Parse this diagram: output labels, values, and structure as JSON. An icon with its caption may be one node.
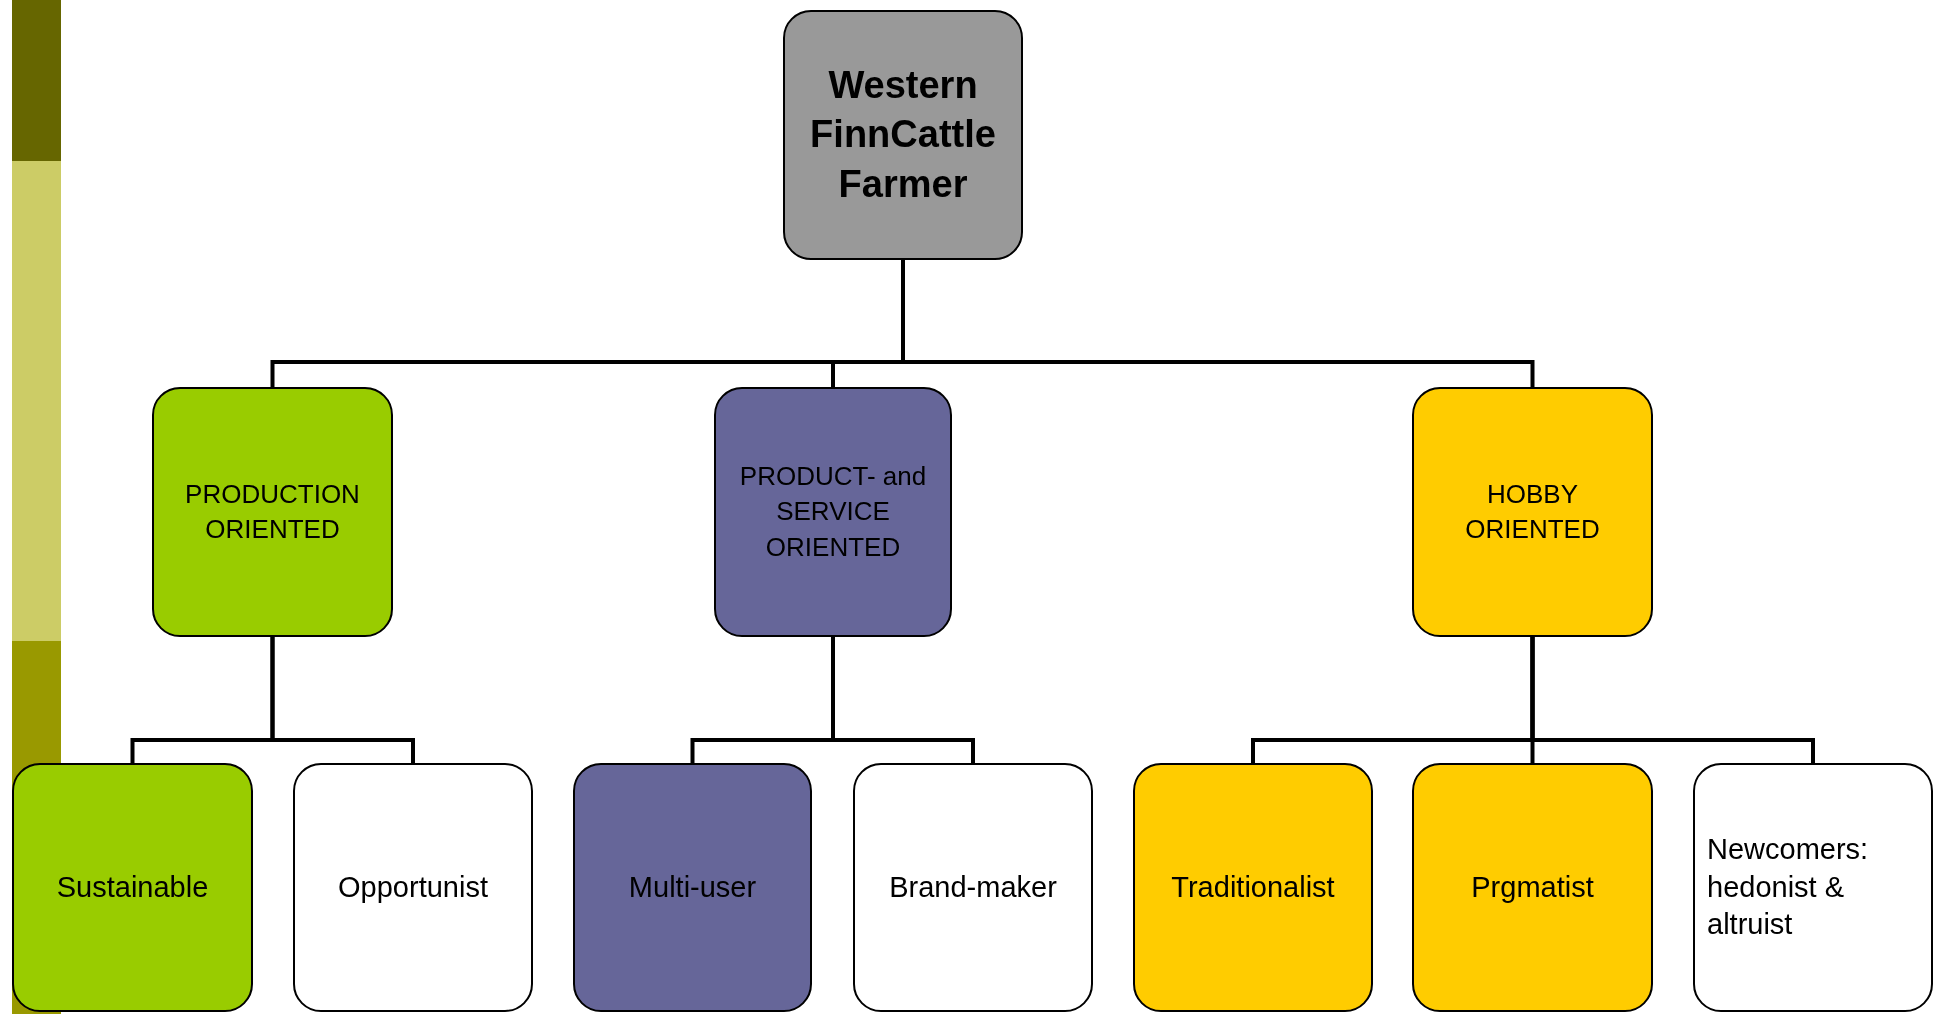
{
  "diagram": {
    "nodes": [
      {
        "text": [
          "Western FinnCattle Farmer"
        ]
      },
      {
        "text": [
          "PRODUCTION ORIENTED"
        ]
      },
      {
        "text": [
          "PRODUCT- and SERVICE ORIENTED"
        ]
      },
      {
        "text": [
          "HOBBY ORIENTED"
        ]
      },
      {
        "text": [
          "Sustainable"
        ]
      },
      {
        "text": [
          "Opportunist"
        ]
      },
      {
        "text": [
          "Multi-user"
        ]
      },
      {
        "text": [
          "Brand-maker"
        ]
      },
      {
        "text": [
          "Traditionalist"
        ]
      },
      {
        "text": [
          "Prgmatist"
        ]
      },
      {
        "text": [
          "Newcomers: hedonist & altruist"
        ]
      }
    ],
    "edges": [
      {
        "from": 0,
        "to": 1,
        "arrow": "none"
      },
      {
        "from": 0,
        "to": 2,
        "arrow": "none"
      },
      {
        "from": 0,
        "to": 3,
        "arrow": "none"
      },
      {
        "from": 1,
        "to": 4,
        "arrow": "none"
      },
      {
        "from": 1,
        "to": 5,
        "arrow": "none"
      },
      {
        "from": 2,
        "to": 6,
        "arrow": "none"
      },
      {
        "from": 2,
        "to": 7,
        "arrow": "none"
      },
      {
        "from": 3,
        "to": 8,
        "arrow": "none"
      },
      {
        "from": 3,
        "to": 9,
        "arrow": "none"
      },
      {
        "from": 3,
        "to": 10,
        "arrow": "none"
      }
    ]
  }
}
